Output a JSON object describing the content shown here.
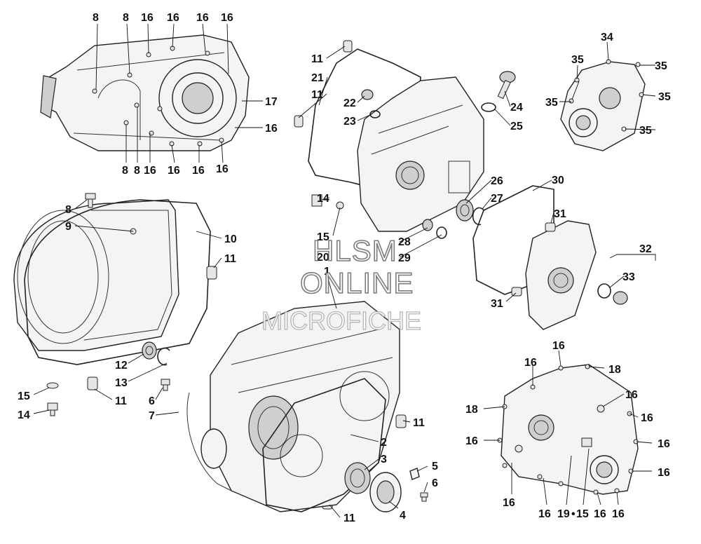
{
  "watermark": {
    "line1": "HLSM",
    "line2": "ONLINE",
    "line3": "MICROFICHE"
  },
  "callouts": {
    "c1": "1",
    "c2": "2",
    "c3": "3",
    "c4": "4",
    "c5": "5",
    "c6a": "6",
    "c6b": "6",
    "c7": "7",
    "c8a": "8",
    "c8b": "8",
    "c8c": "8",
    "c8d": "8",
    "c8e": "8",
    "c9": "9",
    "c10": "10",
    "c11a": "11",
    "c11b": "11",
    "c11c": "11",
    "c11d": "11",
    "c11e": "11",
    "c11f": "11",
    "c12": "12",
    "c13": "13",
    "c14a": "14",
    "c14b": "14",
    "c15a": "15",
    "c15b": "15",
    "c15c": "15",
    "c16a": "16",
    "c16b": "16",
    "c16c": "16",
    "c16d": "16",
    "c16e": "16",
    "c16f": "16",
    "c16g": "16",
    "c16h": "16",
    "c16i": "16",
    "c16j": "16",
    "c16k": "16",
    "c16l": "16",
    "c16m": "16",
    "c16n": "16",
    "c16o": "16",
    "c16p": "16",
    "c16q": "16",
    "c16r": "16",
    "c16s": "16",
    "c16t": "16",
    "c17": "17",
    "c18a": "18",
    "c18b": "18",
    "c19": "19",
    "c20": "20",
    "c21": "21",
    "c22": "22",
    "c23": "23",
    "c24": "24",
    "c25": "25",
    "c26": "26",
    "c27": "27",
    "c28": "28",
    "c29": "29",
    "c30": "30",
    "c31a": "31",
    "c31b": "31",
    "c32": "32",
    "c33": "33",
    "c34": "34",
    "c35a": "35",
    "c35b": "35",
    "c35c": "35",
    "c35d": "35",
    "c35e": "35"
  }
}
